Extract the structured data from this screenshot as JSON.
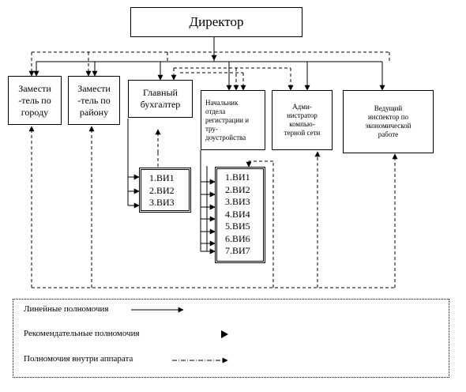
{
  "director": "Директор",
  "deputy_city": "Замести\n-тель по\nгороду",
  "deputy_district": "Замести\n-тель по\nрайону",
  "chief_accountant": "Главный\nбухгалтер",
  "head_registration": "Начальник\nотдела\nрегистрации и\nтру-\nдоустройства",
  "network_admin": "Адми-\nнистратор\nкомпью-\nтерной сети",
  "lead_inspector": "Ведущий\nинспектор по\nэкономической\nработе",
  "accountant_staff": [
    "1.ВИ1",
    "2.ВИ2",
    "3.ВИ3"
  ],
  "registration_staff": [
    "1.ВИ1",
    "2.ВИ2",
    "3.ВИ3",
    "4.ВИ4",
    "5.ВИ5",
    "6.ВИ6",
    "7.ВИ7"
  ],
  "legend": {
    "linear": "Линейные полномочия",
    "recommendation": "Рекомендательные полномочия",
    "internal": "Полномочия внутри аппарата"
  }
}
